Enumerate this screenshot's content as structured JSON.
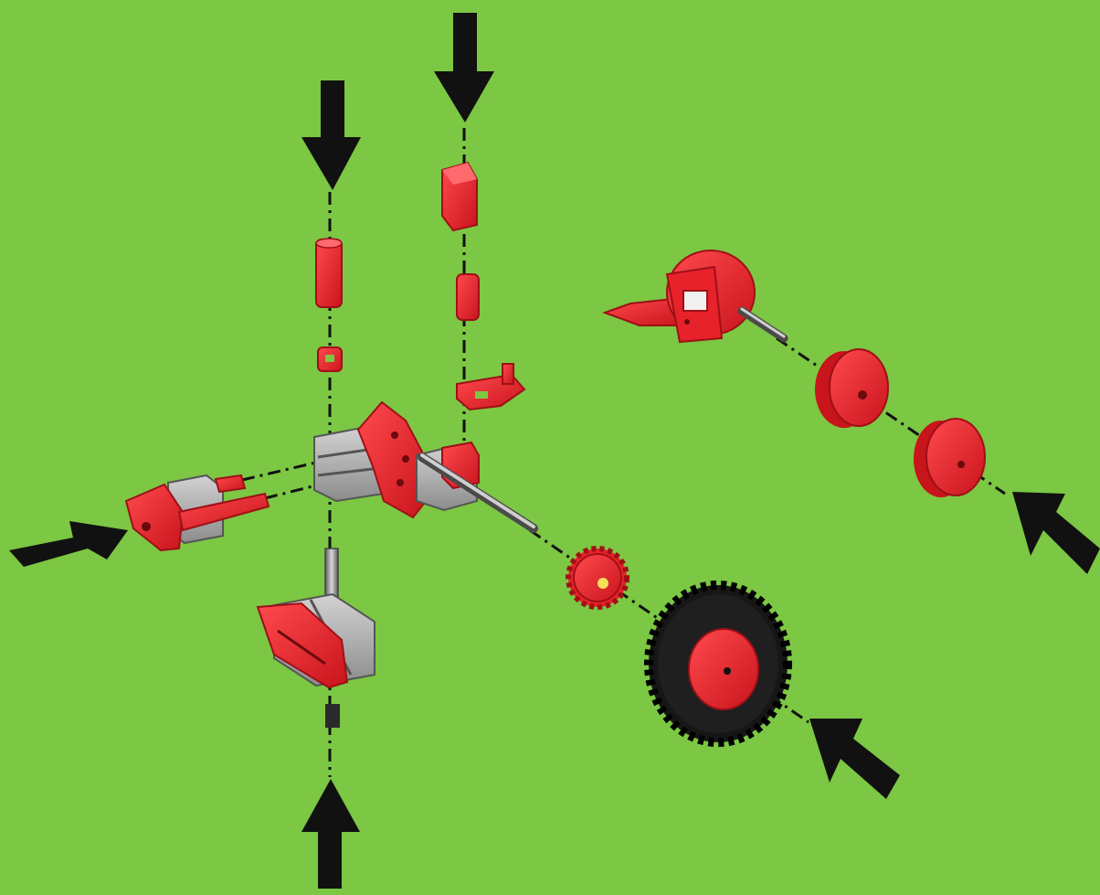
{
  "diagram": {
    "type": "exploded-assembly-instruction",
    "has_text": false,
    "colors": {
      "background": "#7cc743",
      "part_red": "#e8222a",
      "part_red_dark": "#b3151b",
      "part_grey": "#a9a9a9",
      "part_grey_dark": "#6e6e6e",
      "tire_black": "#161616",
      "arrow_black": "#111111",
      "axis_line": "#111111"
    },
    "arrows": [
      {
        "id": "arrow-top-left",
        "direction": "down"
      },
      {
        "id": "arrow-top-center",
        "direction": "down"
      },
      {
        "id": "arrow-left",
        "direction": "up-right"
      },
      {
        "id": "arrow-bottom",
        "direction": "up"
      },
      {
        "id": "arrow-right-upper",
        "direction": "up-left"
      },
      {
        "id": "arrow-right-lower",
        "direction": "up-left"
      }
    ],
    "parts": [
      "red-tube-spacer",
      "red-small-clip",
      "red-square-block",
      "red-short-tube",
      "red-bracket",
      "grey-building-block-center",
      "red-angle-plate",
      "red-left-block-assembly",
      "grey-bottom-block-assembly",
      "metal-axle-main",
      "red-gear",
      "black-tire-wheel",
      "red-motor-housing",
      "metal-motor-shaft",
      "red-hub-wheel-1",
      "red-hub-wheel-2"
    ]
  }
}
